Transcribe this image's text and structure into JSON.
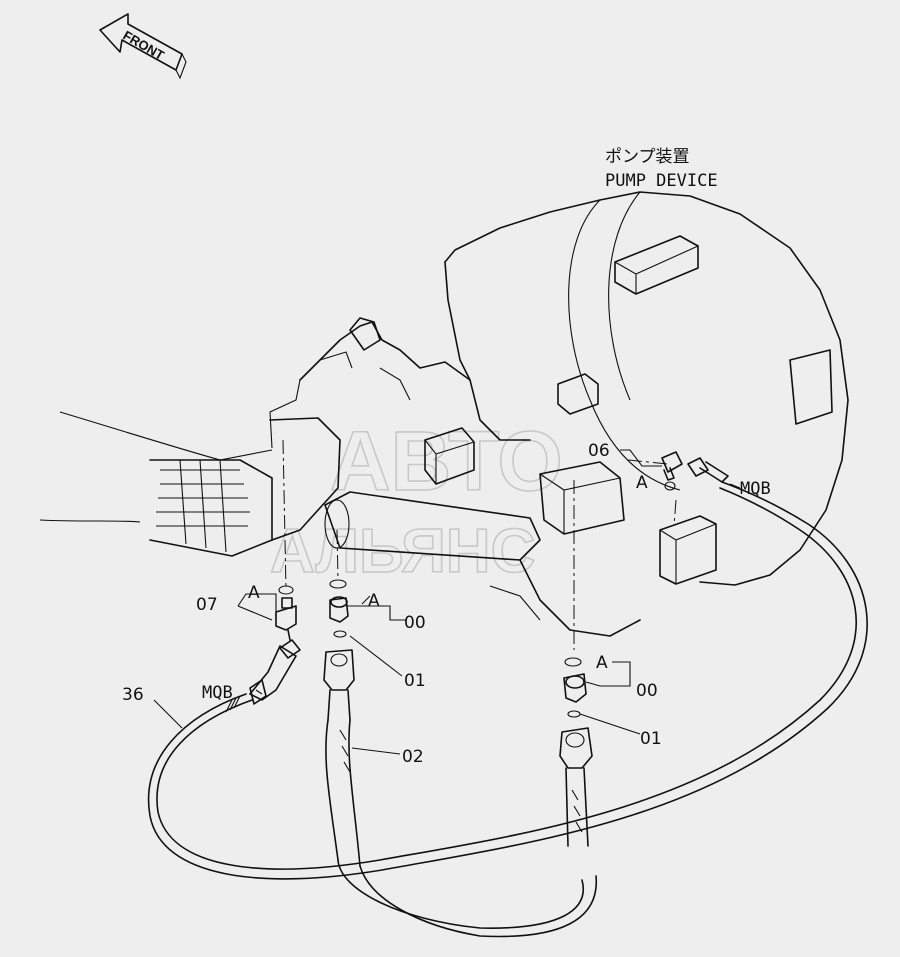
{
  "direction_arrow": {
    "label": "FRONT"
  },
  "assembly": {
    "name_jp": "ポンプ装置",
    "name_en": "PUMP DEVICE"
  },
  "watermark": {
    "line1": "АВТО",
    "line2": "АЛЬЯНС"
  },
  "callouts": {
    "c06": "06",
    "c07": "07",
    "c00_left": "00",
    "c00_right": "00",
    "c01_left": "01",
    "c01_right": "01",
    "c02": "02",
    "c36": "36",
    "a_left": "A",
    "a_mid": "A",
    "a_top": "A",
    "a_right": "A",
    "mqb_left": "MQB",
    "mqb_right": "MQB"
  }
}
